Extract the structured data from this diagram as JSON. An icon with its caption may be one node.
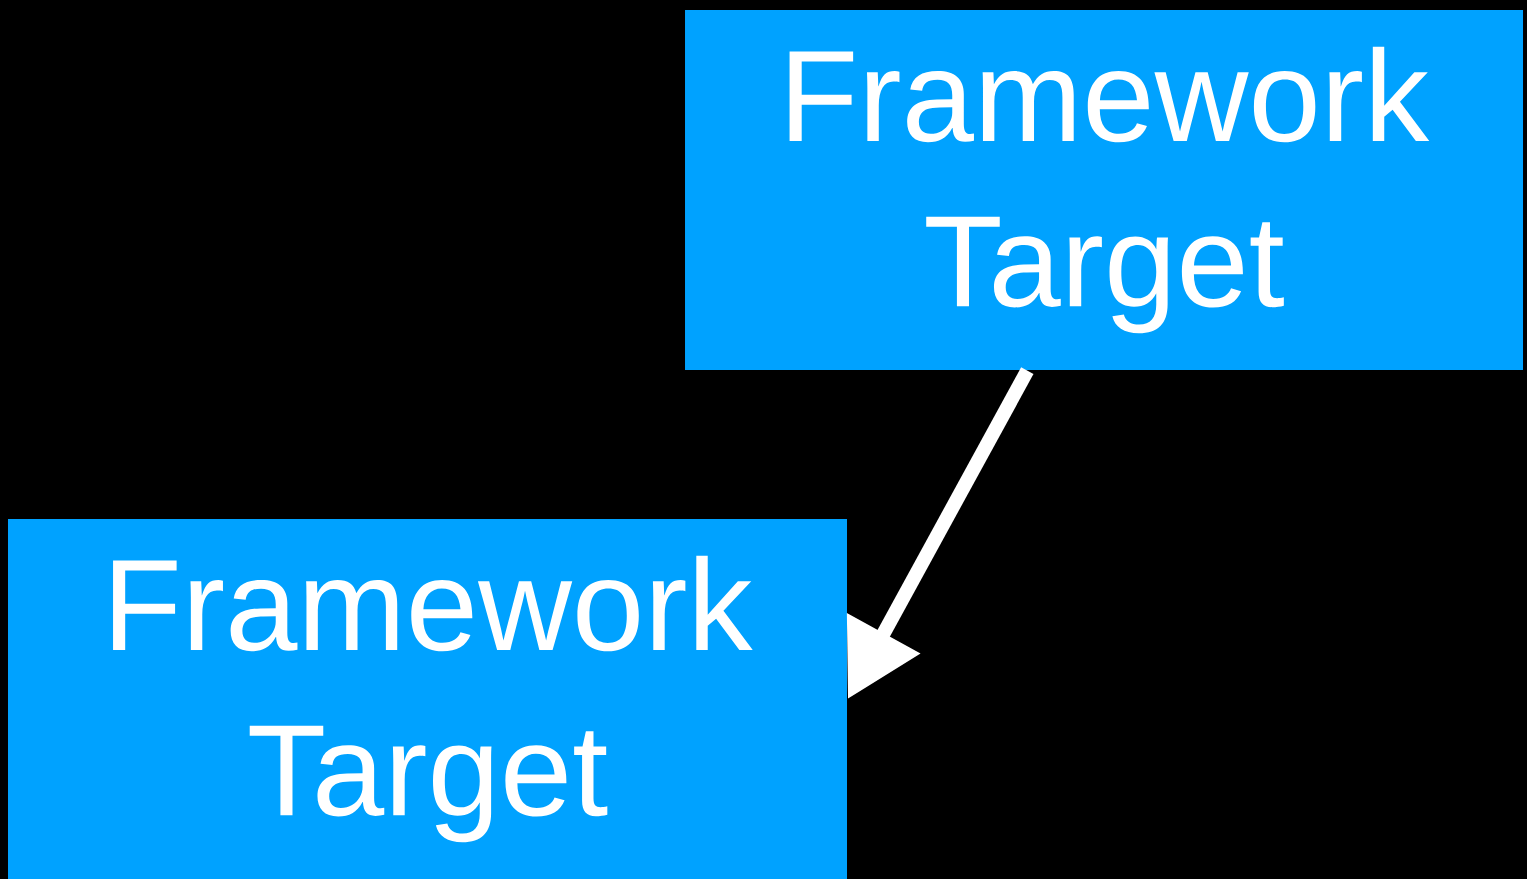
{
  "diagram": {
    "nodes": [
      {
        "text": [
          "Framework Target"
        ]
      },
      {
        "text": [
          "Framework Target"
        ]
      }
    ],
    "edges": [
      {
        "from": 0,
        "to": 1,
        "arrow": "to"
      }
    ]
  }
}
